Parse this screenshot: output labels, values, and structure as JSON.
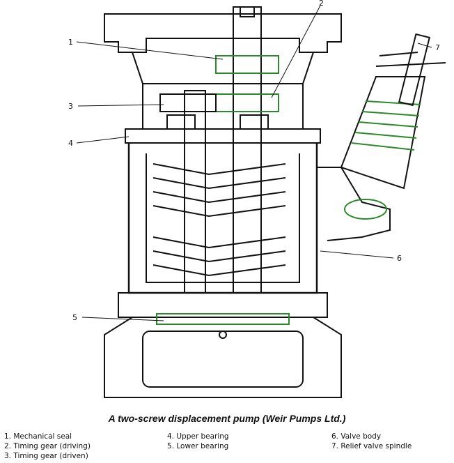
{
  "caption": "A two-screw displacement pump (Weir Pumps Ltd.)",
  "callouts": [
    "1",
    "2",
    "3",
    "4",
    "5",
    "6",
    "7"
  ],
  "legend": [
    "1. Mechanical seal",
    "2. Timing gear (driving)",
    "3. Timing gear (driven)",
    "4. Upper bearing",
    "5. Lower bearing",
    "6. Valve body",
    "7. Relief valve spindle"
  ],
  "colors": {
    "ink": "#111111",
    "accent": "#2a8a2a",
    "paper": "#ffffff"
  }
}
